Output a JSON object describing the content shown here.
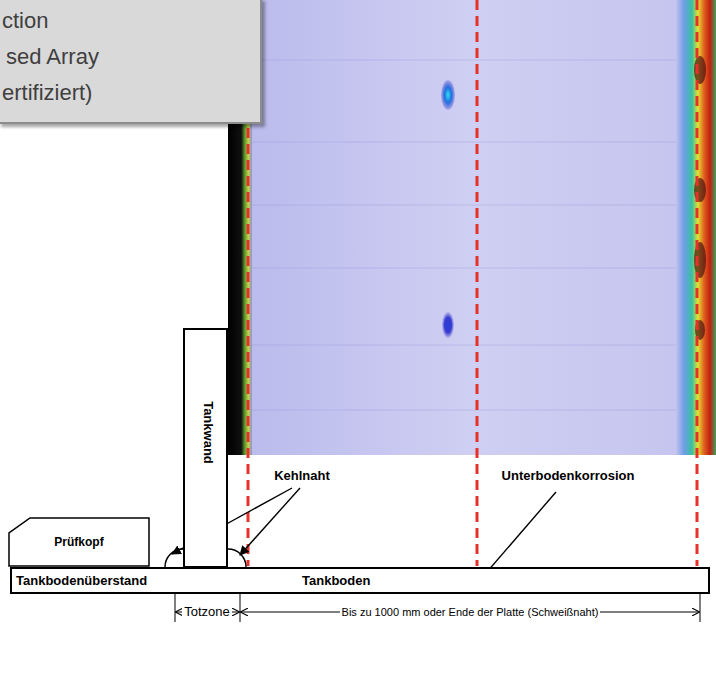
{
  "diagram": {
    "nodes": [
      {
        "text": [
          "ction",
          "sed Array",
          "ertifiziert)"
        ]
      },
      {
        "text": [
          "Prüfkopf"
        ]
      },
      {
        "text": [
          "Tankwand"
        ]
      },
      {
        "text": [
          "Tankbodenüberstand",
          "Tankboden"
        ]
      }
    ],
    "labels": [
      "Kehlnaht",
      "Unterbodenkorrosion",
      "Totzone",
      "Bis zu 1000 mm oder Ende der Platte (Schweißnaht)"
    ]
  }
}
